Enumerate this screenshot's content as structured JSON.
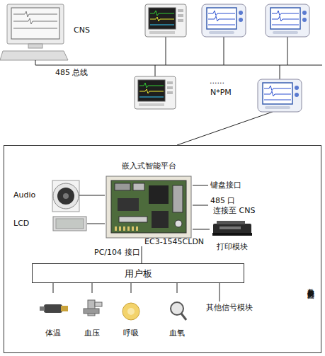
{
  "diagram": {
    "nodes": [
      {
        "text": [
          "单参数仪分解图"
        ]
      },
      {
        "text": [
          "嵌入式智能平台",
          "EC3-1545CLDN"
        ],
        "in": 0
      },
      {
        "text": [
          "Audio"
        ],
        "in": 0
      },
      {
        "text": [
          "LCD"
        ],
        "in": 0
      },
      {
        "text": [
          "打印模块"
        ],
        "in": 0
      },
      {
        "text": [
          "用户板"
        ],
        "in": 0
      },
      {
        "text": [
          "体温"
        ],
        "in": 0
      },
      {
        "text": [
          "血压"
        ],
        "in": 0
      },
      {
        "text": [
          "呼吸"
        ],
        "in": 0
      },
      {
        "text": [
          "血氧"
        ],
        "in": 0
      },
      {
        "text": [
          "其他信号模块"
        ],
        "in": 0
      }
    ],
    "edges": [
      {
        "from": 1,
        "to": 2,
        "arrow": "none"
      },
      {
        "from": 1,
        "to": 3,
        "arrow": "none"
      },
      {
        "from": 1,
        "to": 4,
        "arrow": "none"
      },
      {
        "from": 1,
        "to": 5,
        "label": "PC/104 接口",
        "arrow": "none"
      },
      {
        "from": 5,
        "to": 6,
        "arrow": "none"
      },
      {
        "from": 5,
        "to": 7,
        "arrow": "none"
      },
      {
        "from": 5,
        "to": 8,
        "arrow": "none"
      },
      {
        "from": 5,
        "to": 9,
        "arrow": "none"
      },
      {
        "from": 5,
        "to": 10,
        "arrow": "none"
      }
    ],
    "labels": [
      "CNS",
      "485 总线",
      "......",
      "N*PM",
      "键盘接口",
      "485 口",
      "连接至 CNS"
    ]
  }
}
